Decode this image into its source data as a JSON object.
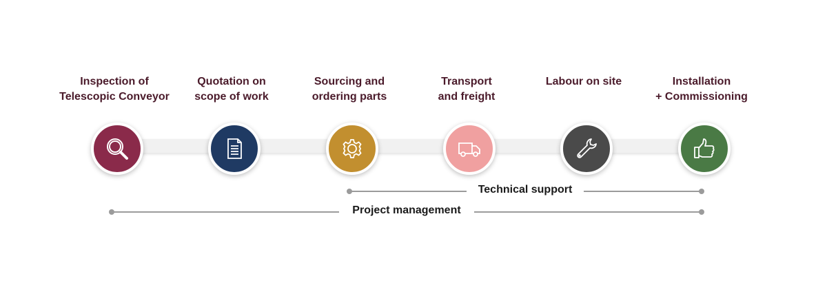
{
  "steps": [
    {
      "line1": "Inspection of",
      "line2": "Telescopic Conveyor",
      "icon": "magnifier-icon",
      "color": "#8a2a4a"
    },
    {
      "line1": "Quotation on",
      "line2": "scope of work",
      "icon": "document-icon",
      "color": "#1f3a63"
    },
    {
      "line1": "Sourcing and",
      "line2": "ordering parts",
      "icon": "gear-icon",
      "color": "#c28f2f"
    },
    {
      "line1": "Transport",
      "line2": "and freight",
      "icon": "truck-icon",
      "color": "#f0a0a0"
    },
    {
      "line1": "Labour on site",
      "line2": "",
      "icon": "wrench-icon",
      "color": "#4a4a4a"
    },
    {
      "line1": "Installation",
      "line2": "+ Commissioning",
      "icon": "thumbs-up-icon",
      "color": "#4a7a45"
    }
  ],
  "ranges": {
    "technical_support": "Technical support",
    "project_management": "Project management"
  }
}
